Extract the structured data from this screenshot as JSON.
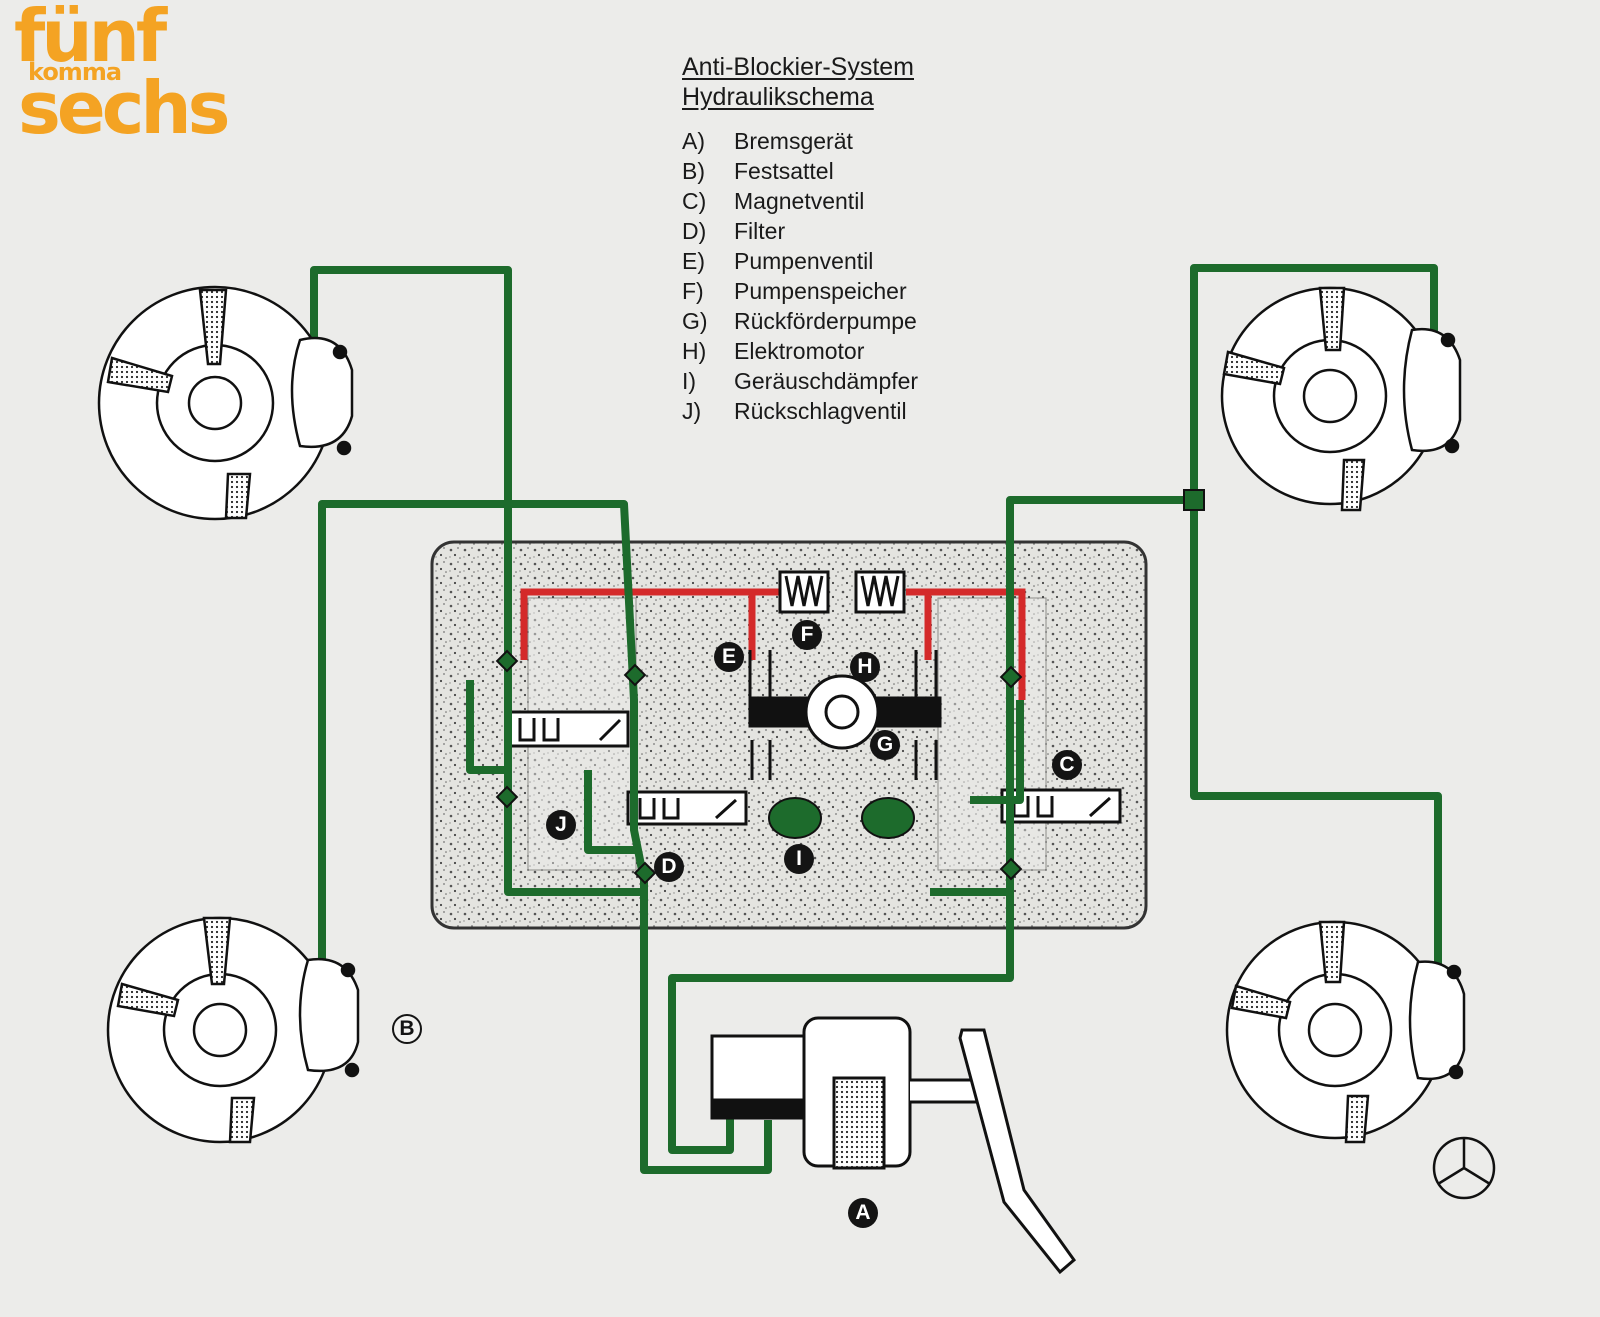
{
  "logo": {
    "line1": "fünf",
    "line2": "komma",
    "line3": "sechs"
  },
  "title": {
    "line1": "Anti-Blockier-System",
    "line2": "Hydraulikschema"
  },
  "legend": [
    {
      "key": "A)",
      "label": "Bremsgerät"
    },
    {
      "key": "B)",
      "label": "Festsattel"
    },
    {
      "key": "C)",
      "label": "Magnetventil"
    },
    {
      "key": "D)",
      "label": "Filter"
    },
    {
      "key": "E)",
      "label": "Pumpenventil"
    },
    {
      "key": "F)",
      "label": "Pumpenspeicher"
    },
    {
      "key": "G)",
      "label": "Rückförderpumpe"
    },
    {
      "key": "H)",
      "label": "Elektromotor"
    },
    {
      "key": "I)",
      "label": "Geräuschdämpfer"
    },
    {
      "key": "J)",
      "label": "Rückschlagventil"
    }
  ],
  "labels": {
    "A": "A",
    "B": "B",
    "C": "C",
    "D": "D",
    "E": "E",
    "F": "F",
    "G": "G",
    "H": "H",
    "I": "I",
    "J": "J"
  },
  "colors": {
    "logo": "#f4a323",
    "brake_line": "#1d6b2c",
    "return_line": "#d42a2a",
    "background": "#ececea",
    "block": "#d6d6d2"
  }
}
